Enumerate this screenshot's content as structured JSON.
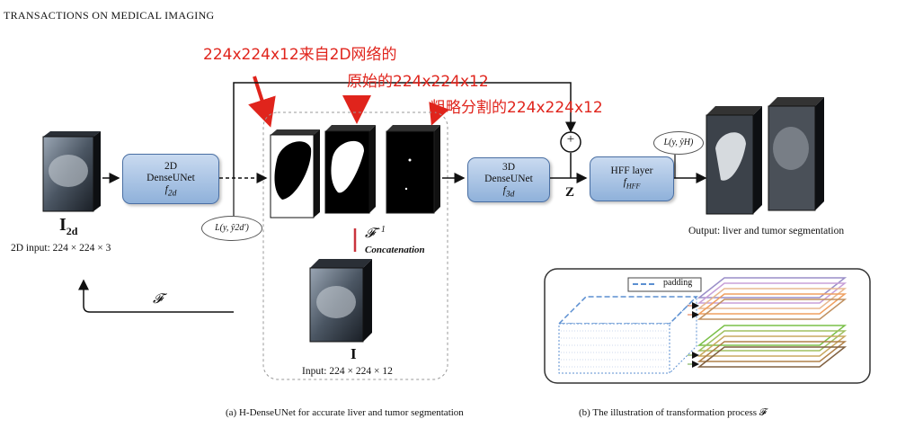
{
  "header": "TRANSACTIONS ON MEDICAL IMAGING",
  "annotations": {
    "a1": "224x224x12来自2D网络的",
    "a2": "原始的224x224x12",
    "a3": "粗略分割的224x224x12"
  },
  "input2d": {
    "symbol": "I",
    "sub": "2d",
    "caption": "2D input: 224 × 224 × 3"
  },
  "box2d": {
    "line1": "2D",
    "line2": "DenseUNet",
    "func": "f",
    "func_sub": "2d"
  },
  "loss2d": "L(y, ŷ2d′)",
  "box3d": {
    "line1": "3D",
    "line2": "DenseUNet",
    "func": "f",
    "func_sub": "3d"
  },
  "z_label": "Z",
  "plus": "+",
  "hff": {
    "line1": "HFF layer",
    "func": "f",
    "func_sub": "HFF"
  },
  "lossH": "L(y, ŷH)",
  "finv": "𝓕",
  "finv_sup": "−1",
  "concat": "Concatenation",
  "input3d": {
    "symbol": "I",
    "caption": "Input: 224 × 224 × 12"
  },
  "F_label": "𝓕",
  "output_caption": "Output: liver and tumor segmentation",
  "padding_legend": "padding",
  "caption_a": "(a) H-DenseUNet for accurate liver and tumor segmentation",
  "caption_b": "(b) The illustration of transformation process 𝓕"
}
